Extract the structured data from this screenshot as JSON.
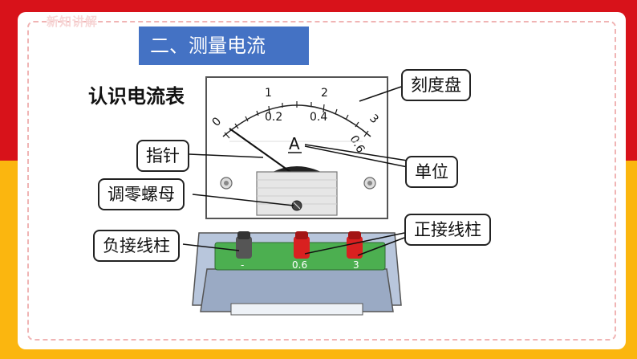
{
  "header": {
    "corner_label": "新知讲解"
  },
  "section_title": "二、测量电流",
  "subtitle": "认识电流表",
  "meter": {
    "scale_top": [
      "0",
      "1",
      "2",
      "3"
    ],
    "scale_bottom": [
      "0.2",
      "0.4",
      "0.6"
    ],
    "unit_symbol": "A",
    "terminals": [
      "-",
      "0.6",
      "3"
    ]
  },
  "callouts": {
    "dial": "刻度盘",
    "pointer": "指针",
    "unit": "单位",
    "zero_adjust": "调零螺母",
    "negative_terminal": "负接线柱",
    "positive_terminal": "正接线柱"
  },
  "colors": {
    "red_band": "#d8121a",
    "yellow_band": "#fbb60f",
    "title_fill": "#4472c4",
    "terminal_red": "#d92020",
    "base_green": "#4caf50"
  }
}
